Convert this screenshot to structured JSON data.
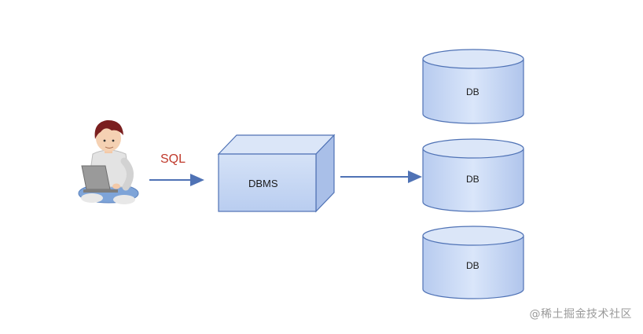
{
  "labels": {
    "sql": "SQL",
    "dbms": "DBMS",
    "databases": [
      "DB",
      "DB",
      "DB"
    ]
  },
  "watermark": "@稀土掘金技术社区",
  "colors": {
    "box_fill": "#c6d6f3",
    "box_top": "#d9e5f8",
    "box_side": "#a9bfe8",
    "box_stroke": "#4f72b5",
    "arrow": "#4f72b5",
    "sql_text": "#c0392b",
    "laptop": "#8c8c8c",
    "shirt": "#dedede",
    "jeans": "#7ea4d8",
    "hair": "#7a1f1f"
  }
}
